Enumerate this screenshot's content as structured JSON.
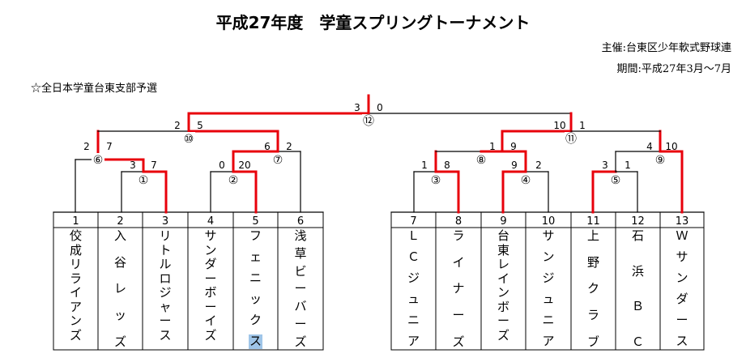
{
  "title": "平成27年度　学童スプリングトーナメント",
  "organizer": "主催:台東区少年軟式野球連",
  "period": "期間:平成27年3月～7月",
  "note": "☆全日本学童台東支部予選",
  "teams": [
    {
      "no": "1",
      "name": "佼成リライアンズ"
    },
    {
      "no": "2",
      "name": "入谷レッズ"
    },
    {
      "no": "3",
      "name": "リトルロジャース"
    },
    {
      "no": "4",
      "name": "サンダーボーイズ"
    },
    {
      "no": "5",
      "name": "フェニックス"
    },
    {
      "no": "6",
      "name": "浅草ビーバーズ"
    },
    {
      "no": "7",
      "name": "ＬＣジュニア"
    },
    {
      "no": "8",
      "name": "ライナーズ"
    },
    {
      "no": "9",
      "name": "台東レインボーズ"
    },
    {
      "no": "10",
      "name": "サンジュニア"
    },
    {
      "no": "11",
      "name": "上野クラブ"
    },
    {
      "no": "12",
      "name": "石浜ＢＣ"
    },
    {
      "no": "13",
      "name": "Ｗサンダース"
    }
  ],
  "games": [
    {
      "label": "①",
      "left_score": "3",
      "right_score": "7"
    },
    {
      "label": "②",
      "left_score": "0",
      "right_score": "20"
    },
    {
      "label": "③",
      "left_score": "1",
      "right_score": "8"
    },
    {
      "label": "④",
      "left_score": "9",
      "right_score": "2"
    },
    {
      "label": "⑤",
      "left_score": "3",
      "right_score": "1"
    },
    {
      "label": "⑥",
      "left_score": "2",
      "right_score": "7"
    },
    {
      "label": "⑦",
      "left_score": "6",
      "right_score": "2"
    },
    {
      "label": "⑧",
      "left_score": "1",
      "right_score": "9"
    },
    {
      "label": "⑨",
      "left_score": "4",
      "right_score": "10"
    },
    {
      "label": "⑩",
      "left_score": "2",
      "right_score": "5"
    },
    {
      "label": "⑪",
      "left_score": "10",
      "right_score": "1"
    },
    {
      "label": "⑫",
      "left_score": "3",
      "right_score": "0"
    }
  ],
  "colors": {
    "winner_line": "#e8000b",
    "line": "#000000",
    "highlight": "#9fc5e8"
  }
}
